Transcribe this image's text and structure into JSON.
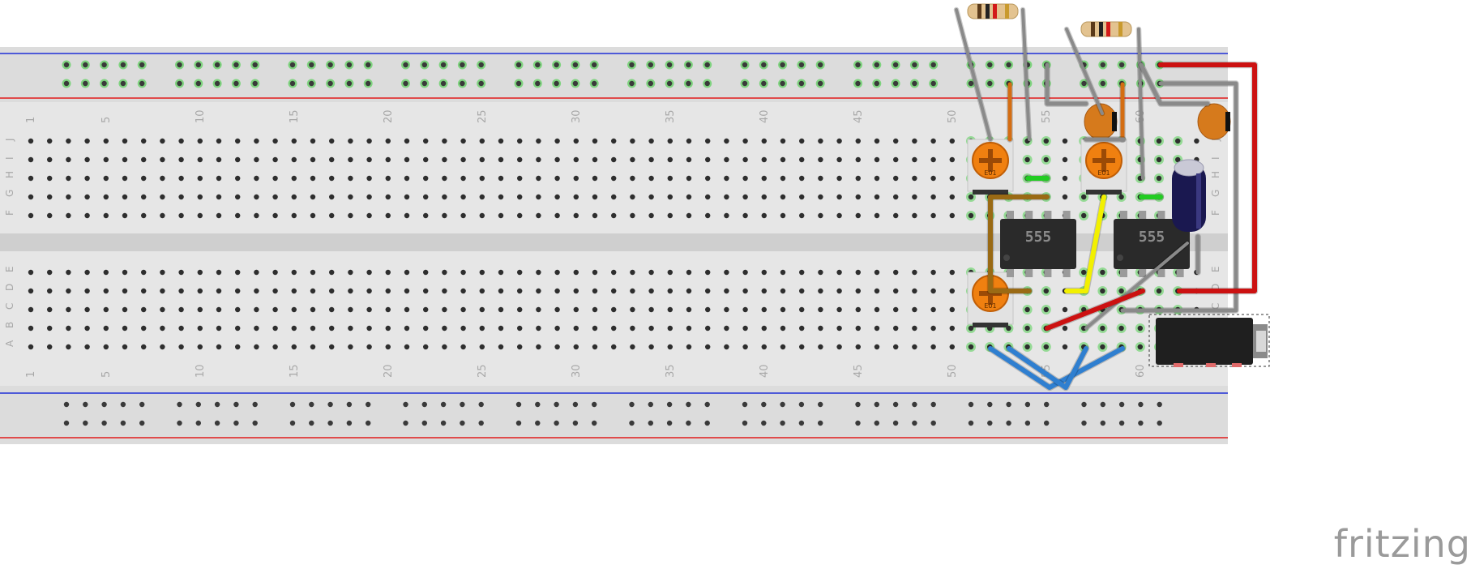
{
  "breadboard": {
    "column_labels": [
      "1",
      "5",
      "10",
      "15",
      "20",
      "25",
      "30",
      "35",
      "40",
      "45",
      "50",
      "55",
      "60"
    ],
    "row_labels_top": [
      "J",
      "I",
      "H",
      "G",
      "F"
    ],
    "row_labels_bottom": [
      "E",
      "D",
      "C",
      "B",
      "A"
    ]
  },
  "components": {
    "ic_label": "555",
    "trimmer_label": "E01"
  },
  "brand": "fritzing",
  "colors": {
    "board": "#dcdcdc",
    "rail_red": "#e21b1b",
    "rail_blue": "#1f2fd6",
    "wire_red": "#cc1111",
    "wire_grey": "#8a8a8a",
    "wire_orange": "#d46d12",
    "wire_brown": "#9a6a14",
    "wire_yellow": "#f2f000",
    "wire_blue": "#2f7fd0",
    "wire_green": "#22cc22",
    "trimmer": "#f08010",
    "ceramic_cap": "#d67a1c",
    "electrolytic": "#1a1850"
  }
}
